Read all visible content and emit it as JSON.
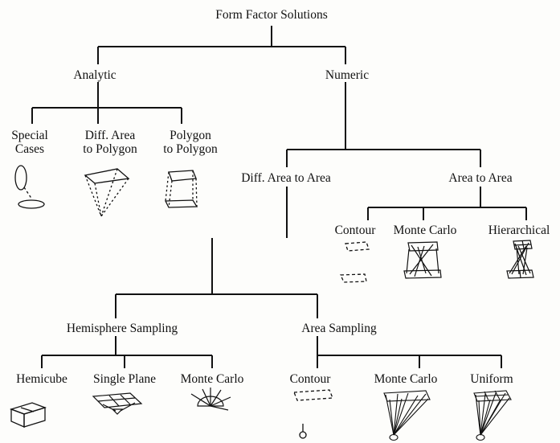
{
  "diagram": {
    "title": "Form Factor Solutions",
    "analytic": {
      "label": "Analytic",
      "special_cases": [
        "Special",
        "Cases"
      ],
      "diff_area_to_polygon": [
        "Diff. Area",
        "to Polygon"
      ],
      "polygon_to_polygon": [
        "Polygon",
        "to Polygon"
      ]
    },
    "numeric": {
      "label": "Numeric",
      "diff_area_to_area": {
        "label": "Diff. Area to Area",
        "hemisphere_sampling": {
          "label": "Hemisphere Sampling",
          "hemicube": "Hemicube",
          "single_plane": "Single Plane",
          "monte_carlo": "Monte Carlo"
        },
        "area_sampling": {
          "label": "Area Sampling",
          "contour": "Contour",
          "monte_carlo": "Monte Carlo",
          "uniform": "Uniform"
        }
      },
      "area_to_area": {
        "label": "Area to Area",
        "contour": "Contour",
        "monte_carlo": "Monte Carlo",
        "hierarchical": "Hierarchical"
      }
    }
  }
}
